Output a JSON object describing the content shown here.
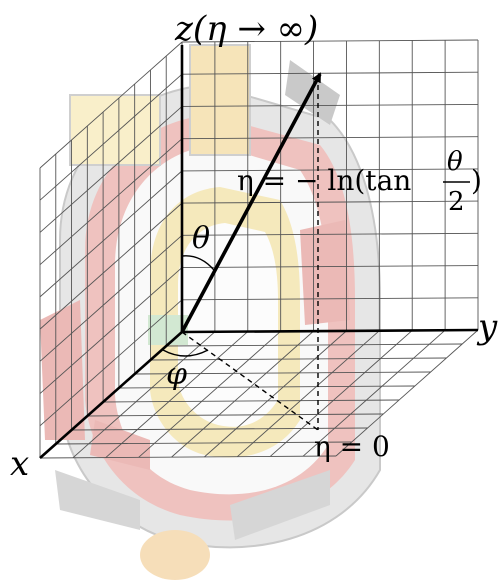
{
  "labels": {
    "z_axis": "z(η → ∞)",
    "y_axis": "y",
    "x_axis": "x",
    "theta": "θ",
    "phi": "φ",
    "eta_def_left": "η = − ln(tan",
    "eta_def_num": "θ",
    "eta_def_den": "2",
    "eta_def_right": ")",
    "eta_zero": "η = 0"
  },
  "colors": {
    "axis": "#000000",
    "grid": "#555555",
    "detector_red": "#c0392b",
    "detector_yellow": "#f2c14e",
    "detector_gray": "#8a8a8a"
  },
  "background_icon": "cms-detector-illustration"
}
